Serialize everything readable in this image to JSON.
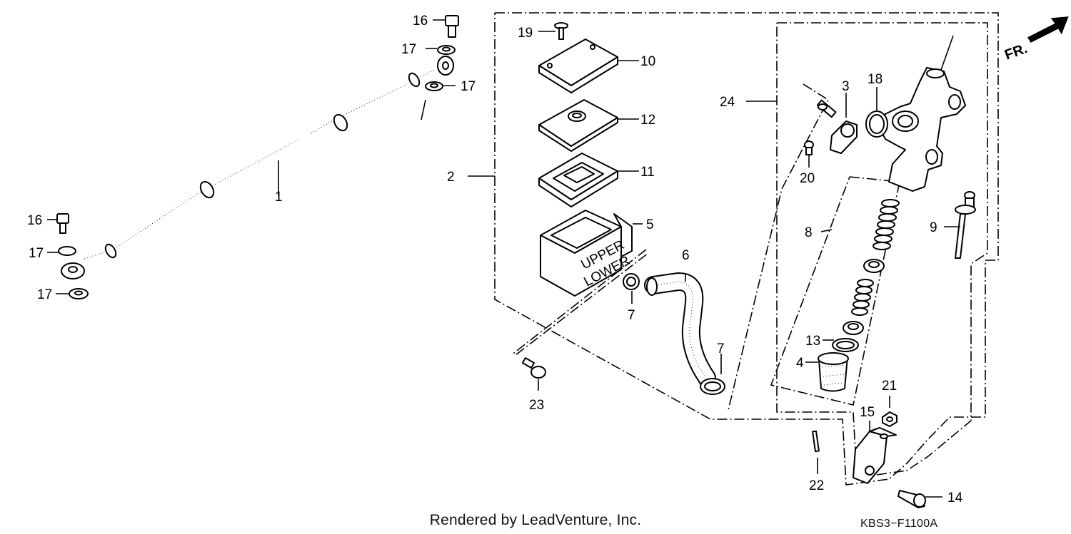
{
  "parts": {
    "c1": "1",
    "c2": "2",
    "c3": "3",
    "c4": "4",
    "c5": "5",
    "c6": "6",
    "c7": "7",
    "c8": "8",
    "c9": "9",
    "c10": "10",
    "c11": "11",
    "c12": "12",
    "c13": "13",
    "c14": "14",
    "c15": "15",
    "c16": "16",
    "c17": "17",
    "c18": "18",
    "c19": "19",
    "c20": "20",
    "c21": "21",
    "c22": "22",
    "c23": "23",
    "c24": "24"
  },
  "reservoir_text": {
    "upper": "UPPER",
    "lower": "LOWER"
  },
  "direction": {
    "label": "FR."
  },
  "footer": {
    "credit": "Rendered by LeadVenture, Inc.",
    "code": "KBS3−F1100A"
  }
}
